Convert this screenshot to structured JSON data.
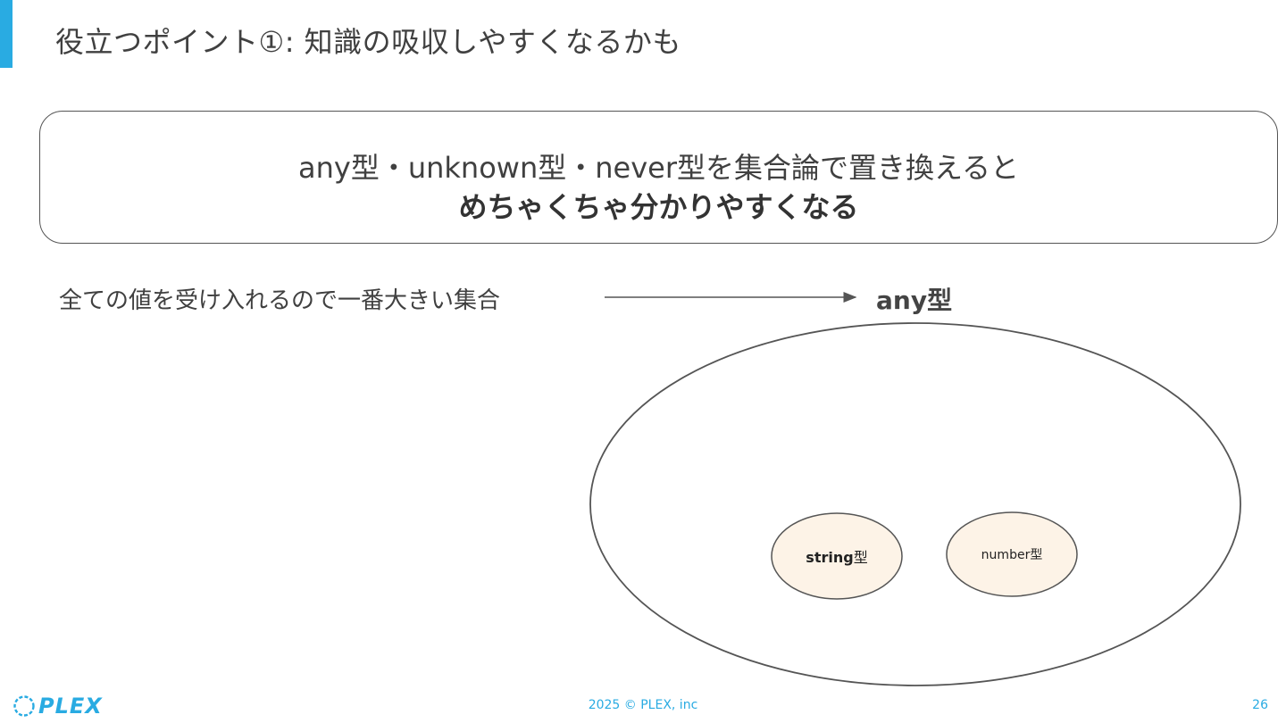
{
  "slide": {
    "title": "役立つポイント①: 知識の吸収しやすくなるかも",
    "accent_color": "#29abe2"
  },
  "callout": {
    "line1": "any型・unknown型・never型を集合論で置き換えると",
    "line2": "めちゃくちゃ分かりやすくなる"
  },
  "diagram": {
    "description": "全ての値を受け入れるので一番大きい集合",
    "outer_set_label": "any型",
    "inner_sets": [
      {
        "name_part": "string",
        "suffix": "型",
        "fill": "#fdf3e7"
      },
      {
        "name_part": "number",
        "suffix": "型",
        "fill": "#fdf3e7"
      }
    ]
  },
  "footer": {
    "logo_text": "PLEX",
    "copyright": "2025 © PLEX, inc",
    "page_number": "26"
  }
}
